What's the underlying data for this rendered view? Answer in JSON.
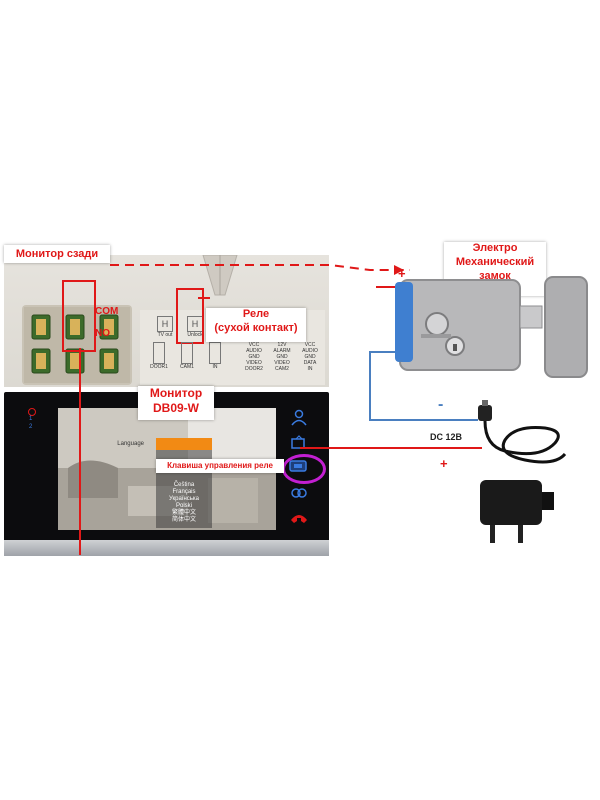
{
  "labels": {
    "monitor_rear": "Монитор сзади",
    "relay_line1": "Реле",
    "relay_line2": "(сухой контакт)",
    "monitor_line1": "Монитор",
    "monitor_line2": "DB09-W",
    "relay_key": "Клавиша управления реле",
    "lock_line1": "Электро",
    "lock_line2": "Механический",
    "lock_line3": "замок"
  },
  "terminals": {
    "com": "COM",
    "no": "NO",
    "tv_out": "TV out",
    "unlock": "Unlock",
    "door1": "DOOR1",
    "cam1": "CAM1",
    "in": "IN",
    "door2": "DOOR2",
    "cam2": "CAM2",
    "in2": "IN",
    "block4": [
      "VCC",
      "AUDIO",
      "GND",
      "VIDEO"
    ],
    "block5": [
      "12V",
      "ALARM",
      "GND",
      "VIDEO"
    ],
    "block6": [
      "VCC",
      "AUDIO",
      "GND",
      "DATA"
    ]
  },
  "power": {
    "plus_top": "+",
    "minus_top": "-",
    "minus_right": "-",
    "dc_label": "DC 12B",
    "plus_bottom": "+"
  },
  "screen": {
    "language_title": "Language",
    "languages": [
      "Čeština",
      "Français",
      "Українська",
      "Polski",
      "繁體中文",
      "简体中文"
    ],
    "side_numbers": [
      "1",
      "2"
    ]
  },
  "colors": {
    "accent_red": "#e01818",
    "wire_blue": "#4a7fc0",
    "highlight_purple": "#c21fd1"
  }
}
